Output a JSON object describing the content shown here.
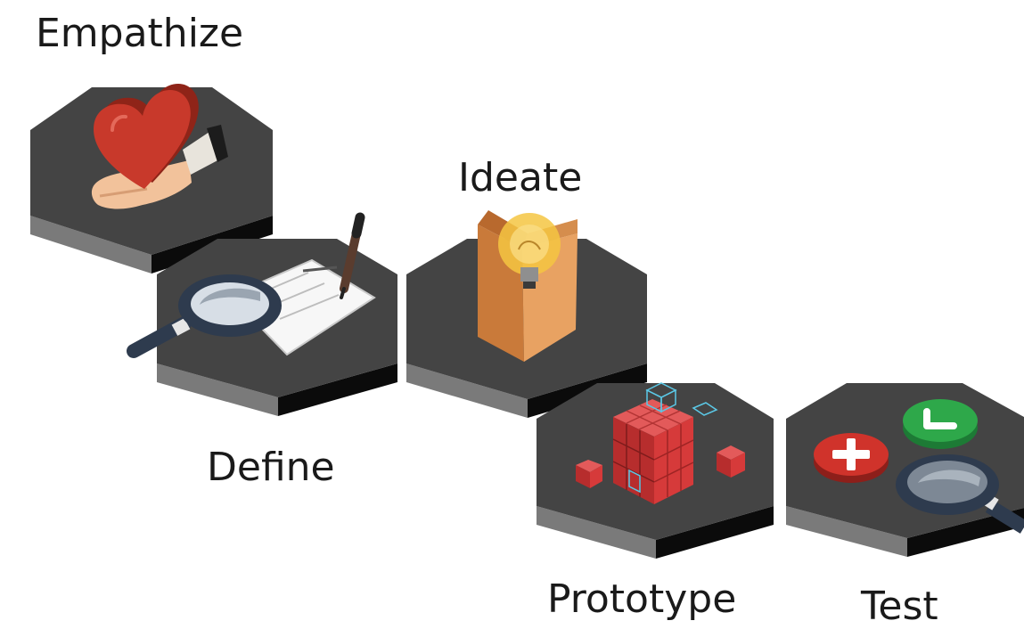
{
  "title": "",
  "stages": [
    {
      "id": "empathize",
      "label": "Empathize",
      "icon": "heart-in-hand-icon"
    },
    {
      "id": "define",
      "label": "Define",
      "icon": "magnifier-over-notepad-icon"
    },
    {
      "id": "ideate",
      "label": "Ideate",
      "icon": "lightbulb-in-box-icon"
    },
    {
      "id": "prototype",
      "label": "Prototype",
      "icon": "cube-blocks-icon"
    },
    {
      "id": "test",
      "label": "Test",
      "icon": "plus-check-magnifier-icon"
    }
  ],
  "colors": {
    "tile_top": "#444444",
    "tile_left_side": "#7a7a7a",
    "tile_right_side": "#0b0b0b",
    "heart": "#c8392b",
    "box": "#d4894a",
    "bulb": "#f4c542",
    "cube": "#d63a3a",
    "plus_button": "#d0332b",
    "check_button": "#2ea84a",
    "magnifier_rim": "#2e3b4e"
  }
}
